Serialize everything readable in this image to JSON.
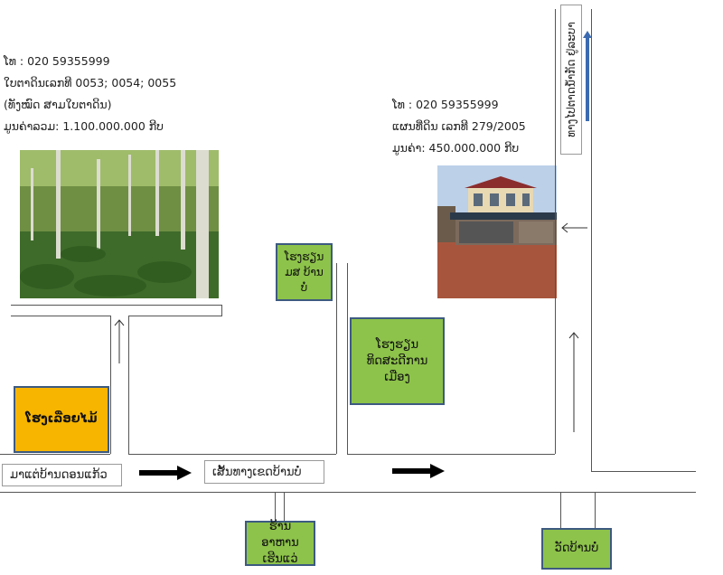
{
  "left_info": {
    "phone": "ໂທ : 020 59355999",
    "deed": "ໃບຕາດິນເລກທີ 0053;  0054;  0055",
    "note": "(ທັງໝົດ ສາມໃບຕາດິນ)",
    "price": "ມູນຄ່າລວມ: 1.100.000.000 ກີບ"
  },
  "right_info": {
    "phone": "ໂທ : 020 59355999",
    "plan": "ແຜນທີ່ດິນ ເລກທີ 279/2005",
    "price": "ມູນຄ່າ: 450.000.000 ກີບ"
  },
  "labels": {
    "school_baanbo": "ໂຮງຮຽນ ມສ ບ້ານບໍ່",
    "school_district": "ໂຮງຮຽນ ທິດສະດີການເມືອງ",
    "sawmill": "ໂຮງເລື່ອຍໄມ້",
    "from_village": "ມາແຕ່ບ້ານດອນແກ້ວ",
    "main_road": "ເສັ້ນທາງເຂດບ້ານບໍ່",
    "shop": "ຮ້ານອາຫານ ເຮີນແວ່",
    "temple": "ວັດບ້ານບໍ່",
    "to_market": "ທາງໄປຕາດນ້ຳກັດ ຢູ່ລະບາ"
  },
  "colors": {
    "green": "#8dc34a",
    "orange": "#f7b500",
    "border": "#3d5a80",
    "road": "#555555",
    "accent_arrow": "#3b6ab0"
  },
  "icons": {
    "arrow_right": "thick-right-arrow",
    "arrow_up": "thin-up-arrow",
    "arrow_left": "thin-left-arrow"
  }
}
